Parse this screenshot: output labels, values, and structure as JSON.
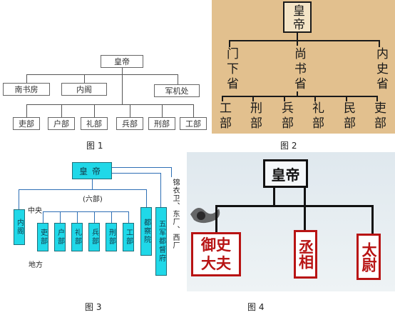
{
  "fig1": {
    "emperor": "皇帝",
    "offices": [
      "南书房",
      "内阁",
      "军机处"
    ],
    "ministries": [
      "吏部",
      "户部",
      "礼部",
      "兵部",
      "刑部",
      "工部"
    ],
    "caption": "图 1"
  },
  "fig2": {
    "emperor": "皇帝",
    "provinces": [
      "门下省",
      "尚书省",
      "内史省"
    ],
    "ministries": [
      "工部",
      "刑部",
      "兵部",
      "礼部",
      "民部",
      "吏部"
    ],
    "caption": "图 2"
  },
  "fig3": {
    "emperor": "皇帝",
    "central_label": "中央",
    "six_label": "(六部)",
    "local_label": "地方",
    "left_box": "内阁",
    "ministries": [
      "吏部",
      "户部",
      "礼部",
      "兵部",
      "刑部",
      "工部"
    ],
    "censorate": "都察院",
    "five_military": "五军都督府",
    "side_text": "锦衣卫、东厂、西厂",
    "caption": "图 3"
  },
  "fig4": {
    "emperor": "皇帝",
    "officials": [
      "御史大夫",
      "丞相",
      "太尉"
    ],
    "caption": "图 4"
  }
}
